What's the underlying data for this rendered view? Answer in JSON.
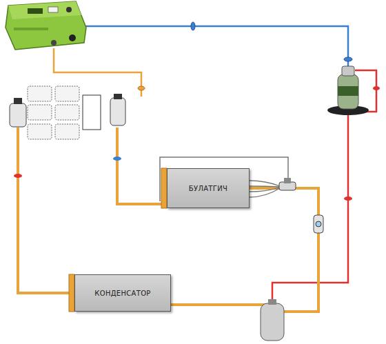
{
  "diagram": {
    "nodes": [
      {
        "text": [
          "БУЛАТГИЧ"
        ]
      },
      {
        "text": [
          "КОНДЕНСАТОР"
        ]
      }
    ],
    "edges": [
      {
        "from": 1,
        "to": 0,
        "arrow": "none"
      }
    ]
  }
}
